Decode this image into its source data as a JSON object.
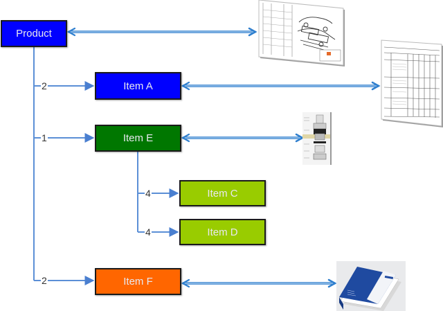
{
  "diagram": {
    "type": "product-structure-tree",
    "colors": {
      "product": "#0000ff",
      "item_a": "#0000ff",
      "item_e": "#007700",
      "item_c": "#99cc00",
      "item_d": "#99cc00",
      "item_f": "#ff6600",
      "connector": "#5b8fd6",
      "doc_link": "#2f7fce"
    },
    "nodes": {
      "product": {
        "label": "Product"
      },
      "item_a": {
        "label": "Item A"
      },
      "item_e": {
        "label": "Item E"
      },
      "item_c": {
        "label": "Item C"
      },
      "item_d": {
        "label": "Item D"
      },
      "item_f": {
        "label": "Item F"
      }
    },
    "quantities": {
      "product_item_a": "2",
      "product_item_e": "1",
      "item_e_item_c": "4",
      "item_e_item_d": "4",
      "product_item_f": "2"
    },
    "documents": [
      {
        "name": "assembly-drawing",
        "linked_to": "Product"
      },
      {
        "name": "specification-table",
        "linked_to": "Item A"
      },
      {
        "name": "component-cross-section",
        "linked_to": "Item E"
      },
      {
        "name": "manual-binder",
        "linked_to": "Item F"
      }
    ]
  }
}
